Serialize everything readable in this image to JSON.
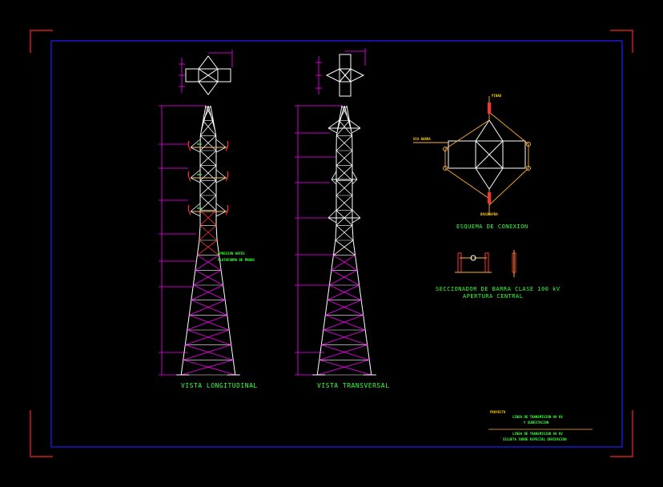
{
  "colors": {
    "background": "#000000",
    "frame_outer": "#ff2020",
    "frame_inner": "#2020ff",
    "tower": "#ffffff",
    "bracing": "#ff00ff",
    "dimension": "#ff00ff",
    "insulator": "#ff3030",
    "wiring": "#ffb030",
    "text": "#3cff3c"
  },
  "views": {
    "longitudinal": "VISTA LONGITUDINAL",
    "transversal": "VISTA TRANSVERSAL"
  },
  "connection": {
    "title": "ESQUEMA DE CONEXION",
    "label_top": "PINAD",
    "label_left": "VIA BARRA",
    "label_bottom": "DACOBAFRA"
  },
  "switch": {
    "title_line1": "SECCIONADOR DE BARRA CLASE 100 kV",
    "title_line2": "APERTURA CENTRAL"
  },
  "tower_notes": {
    "note1": "APRESION ANTES",
    "note2": "PLATAFORMA DE MANDO"
  },
  "title_block": {
    "small_label": "PROYECTO",
    "line1": "LINEA DE TRANSMISION 69 KV",
    "line2": "Y SUBESTACION",
    "line3": "LINEA DE TRANSMISION 69 KV",
    "line4": "SILUETA TORRE ESPECIAL DERIVACION"
  }
}
